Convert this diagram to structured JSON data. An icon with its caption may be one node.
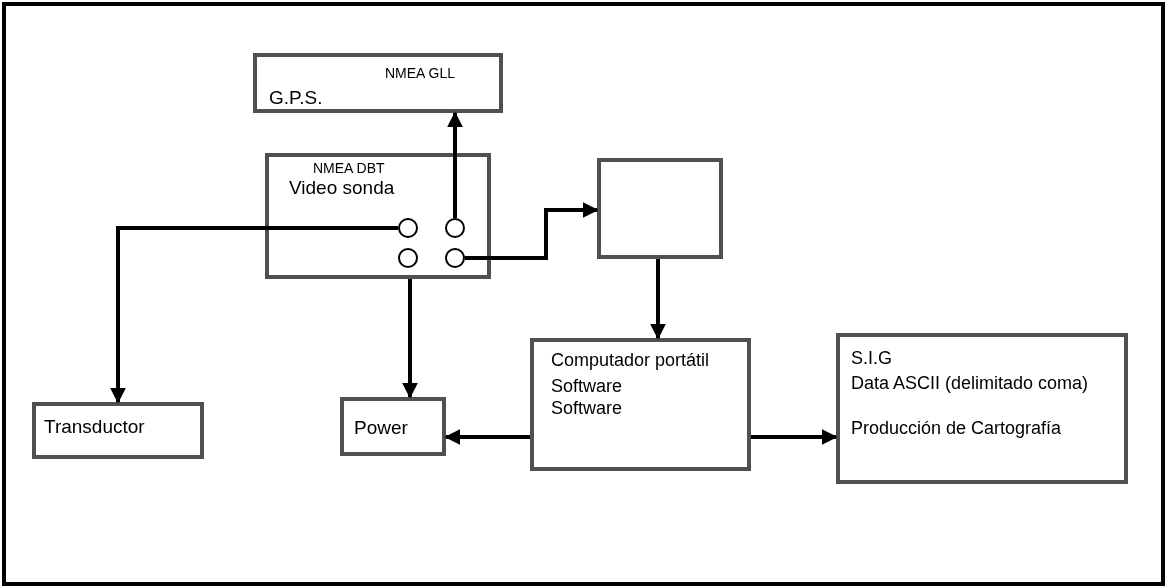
{
  "diagram": {
    "nodes": [
      {
        "text": [
          "G.P.S.",
          "NMEA GLL"
        ]
      },
      {
        "text": [
          "NMEA DBT",
          "Video sonda"
        ]
      },
      {
        "text": [],
        "shape": "circle",
        "in": 1
      },
      {
        "text": [],
        "shape": "circle",
        "in": 1
      },
      {
        "text": [],
        "shape": "circle",
        "in": 1
      },
      {
        "text": [],
        "shape": "circle",
        "in": 1
      },
      {
        "text": [],
        "shape": "box"
      },
      {
        "text": [
          "Transductor"
        ]
      },
      {
        "text": [
          "Power"
        ]
      },
      {
        "text": [
          "Computador portátil",
          "Software",
          "Software"
        ]
      },
      {
        "text": [
          "S.I.G",
          "Data ASCII (delimitado coma)",
          "Producción de Cartografía"
        ]
      }
    ],
    "edges": [
      {
        "from": 2,
        "to": 7,
        "arrow": "to"
      },
      {
        "from": 3,
        "to": 0,
        "arrow": "to"
      },
      {
        "from": 5,
        "to": 6,
        "arrow": "to"
      },
      {
        "from": 1,
        "to": 8,
        "arrow": "to"
      },
      {
        "from": 6,
        "to": 9,
        "arrow": "to"
      },
      {
        "from": 9,
        "to": 8,
        "arrow": "to"
      },
      {
        "from": 9,
        "to": 10,
        "arrow": "to"
      }
    ]
  }
}
